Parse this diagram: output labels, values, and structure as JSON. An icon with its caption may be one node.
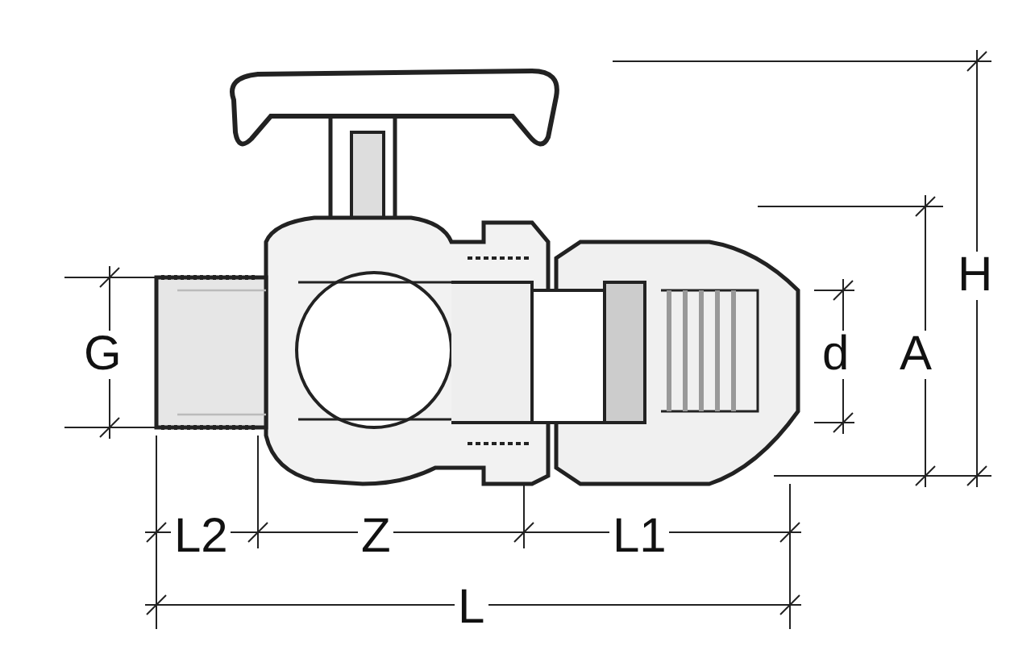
{
  "diagram": {
    "labels": [
      "H",
      "G",
      "d",
      "A",
      "L2",
      "Z",
      "L1",
      "L"
    ]
  }
}
